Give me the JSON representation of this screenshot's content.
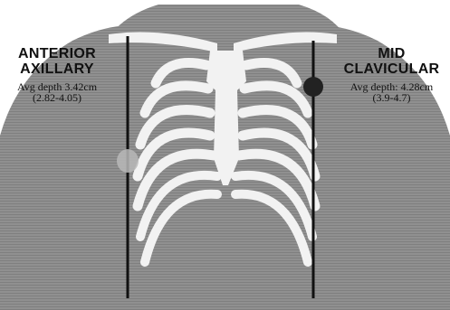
{
  "labels": {
    "left": {
      "line1": "ANTERIOR",
      "line2": "AXILLARY",
      "depth": "Avg depth 3.42cm",
      "range": "(2.82-4.05)"
    },
    "right": {
      "line1": "MID",
      "line2": "CLAVICULAR",
      "depth": "Avg depth: 4.28cm",
      "range": "(3.9-4.7)"
    }
  },
  "colors": {
    "background": "#ffffff",
    "torso": "#8f8f8f",
    "bone": "#f2f2f2",
    "line": "#111111",
    "site_mark": "#222222"
  }
}
